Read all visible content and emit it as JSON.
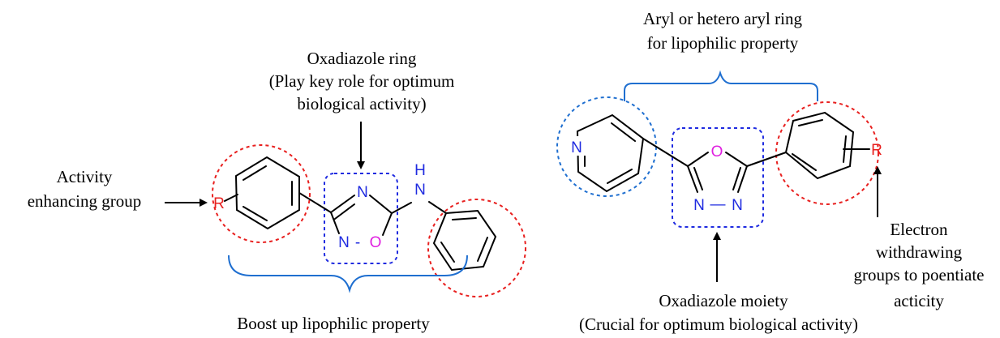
{
  "left": {
    "title_lines": [
      "Oxadiazole ring",
      "(Play key role for optimum",
      "biological activity)"
    ],
    "activity_lines": [
      "Activity",
      "enhancing group"
    ],
    "bottom_label": "Boost up lipophilic property",
    "atoms": {
      "R": "R",
      "N_top": "N",
      "N_bottom": "N",
      "dash": "-",
      "O": "O",
      "N_amine": "N",
      "H": "H"
    }
  },
  "right": {
    "title_lines": [
      "Aryl or hetero aryl ring",
      "for lipophilic property"
    ],
    "bottom_lines": [
      "Oxadiazole moiety",
      "(Crucial for optimum  biological activity)"
    ],
    "ewg_lines": [
      "Electron",
      "withdrawing",
      "groups to poentiate",
      "acticity"
    ],
    "atoms": {
      "N_pyridine": "N",
      "O": "O",
      "N_left": "N",
      "N_right": "N",
      "dash": "—",
      "R": "R"
    }
  },
  "colors": {
    "bond": "#000000",
    "red_highlight": "#e8201f",
    "blue_highlight": "#1f2be0",
    "light_blue": "#1f6fd0",
    "oxygen": "#e020e0",
    "nitrogen": "#1f2be0"
  }
}
